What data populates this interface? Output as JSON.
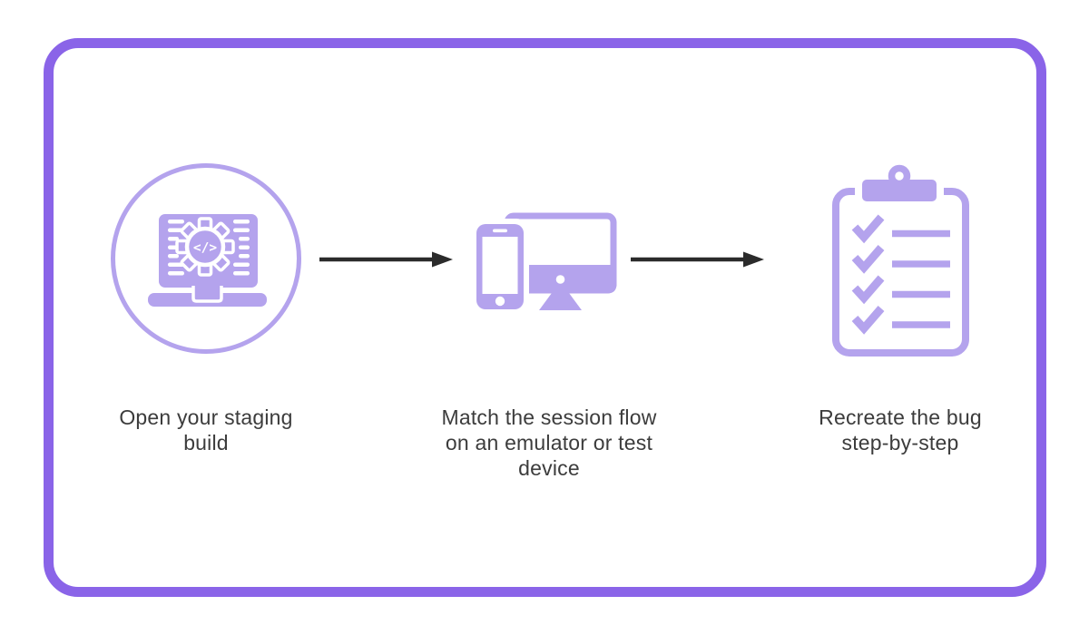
{
  "diagram": {
    "type": "process-flow",
    "steps": [
      {
        "id": "open-staging-build",
        "icon": "laptop-code-icon",
        "caption": "Open your staging\nbuild"
      },
      {
        "id": "match-session-flow",
        "icon": "phone-and-monitor-icon",
        "caption": "Match the session flow\non an emulator or test\ndevice"
      },
      {
        "id": "recreate-bug",
        "icon": "clipboard-checklist-icon",
        "caption": "Recreate the bug\nstep-by-step"
      }
    ],
    "connectors": [
      {
        "id": "arrow-1",
        "type": "right-arrow"
      },
      {
        "id": "arrow-2",
        "type": "right-arrow"
      }
    ]
  },
  "icons": {
    "code_glyph": "</>"
  },
  "colors": {
    "background": "#ffffff",
    "frame_border": "#8a64e8",
    "icon_purple": "#b4a3ed",
    "arrow": "#2b2b2b",
    "text": "#3c3c3c"
  }
}
